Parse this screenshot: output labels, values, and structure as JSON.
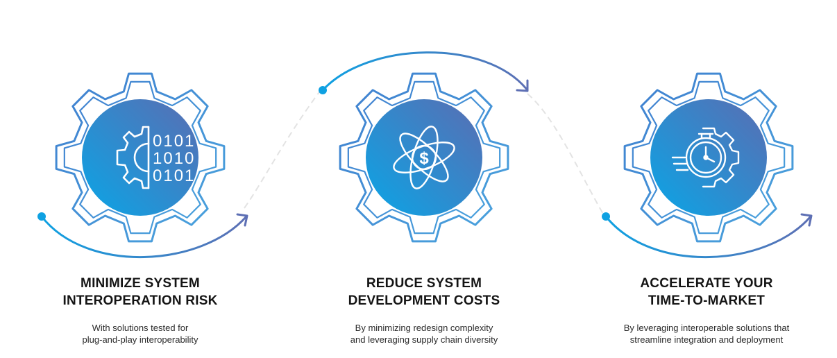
{
  "colors": {
    "blue_light": "#0ea1e2",
    "blue_dark": "#5d6fb4",
    "gear_outline": "#4a8fd4",
    "text_dark": "#141414"
  },
  "steps": [
    {
      "icon": "binary-gear-icon",
      "title_line1": "MINIMIZE SYSTEM",
      "title_line2": "INTEROPERATION RISK",
      "desc_line1": "With solutions tested for",
      "desc_line2": "plug-and-play interoperability",
      "digits_line1": "0101",
      "digits_line2": "1010",
      "digits_line3": "0101"
    },
    {
      "icon": "dollar-atom-icon",
      "title_line1": "REDUCE SYSTEM",
      "title_line2": "DEVELOPMENT COSTS",
      "desc_line1": "By minimizing redesign complexity",
      "desc_line2": "and leveraging supply chain diversity",
      "symbol": "$"
    },
    {
      "icon": "stopwatch-gear-icon",
      "title_line1": "ACCELERATE YOUR",
      "title_line2": "TIME-TO-MARKET",
      "desc_line1": "By leveraging interoperable solutions that",
      "desc_line2": "streamline integration and deployment"
    }
  ]
}
